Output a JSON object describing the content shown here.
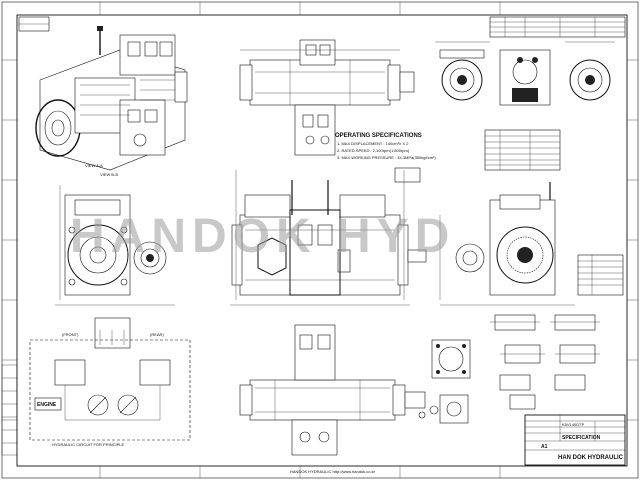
{
  "watermark": "HANDOK HYD",
  "iso_views": {
    "front_label": "VIEW  A-A",
    "back_label": "VIEW  B-B"
  },
  "op_spec": {
    "heading": "OPERATING SPECIFICATIONS",
    "line1": "1. MAX DISPLACEMENT : 140cm³/r X 2",
    "line2": "2. RATED SPEED : 2,100rpm(1,800rpm)",
    "line3": "3. MAX WORKING PRESSURE : 34.3MPa(350kgf/cm²)"
  },
  "hydraulic": {
    "caption": "HYDRAULIC CIRCUIT FOR PRINCIPLE",
    "engine": "ENGINE",
    "left_tag": "(FRONT)",
    "right_tag": "(REAR)"
  },
  "title_block": {
    "company": "HAN DOK HYDRAULIC",
    "title": "SPECIFICATION",
    "model": "K5V140DTP",
    "sheet_size": "A1"
  },
  "footer": {
    "center": "HANDOK HYDRAULIC  http://www.handok.co.kr"
  }
}
